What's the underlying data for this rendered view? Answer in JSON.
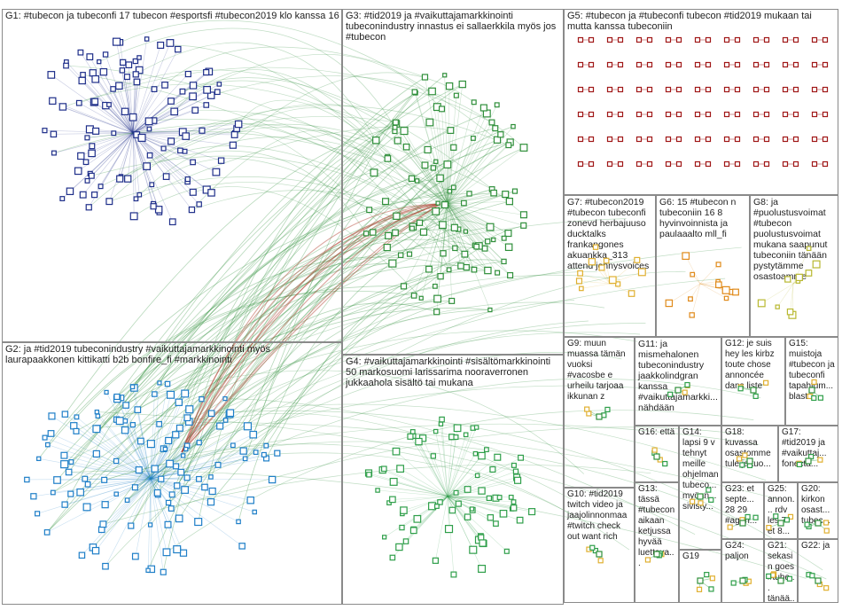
{
  "colors": {
    "G1": "#1f2f8a",
    "G2": "#1f7fc8",
    "G3": "#2f8f3a",
    "G4": "#2f9f4a",
    "G5": "#a01818",
    "G6": "#e08a1a",
    "G7": "#e0b030",
    "G8": "#b8b830",
    "edge": "#2f8f3a",
    "edgeRed": "#b03a2a"
  },
  "groups": [
    {
      "id": "G1",
      "label": "G1: #tubecon ja tubeconfi 17 tubecon #esportsfi #tubecon2019 klo kanssa 16"
    },
    {
      "id": "G2",
      "label": "G2: ja #tid2019 tubeconindustry #vaikuttajamarkkinointi myös laurapaakkonen kittikatti b2b bonfire_fi #markkinointi"
    },
    {
      "id": "G3",
      "label": "G3: #tid2019 ja #vaikuttajamarkkinointi tubeconindustry innastus ei sallaerkkila myös jos #tubecon"
    },
    {
      "id": "G4",
      "label": "G4: #vaikuttajamarkkinointi #sisältömarkkinointi 50 markosuomi larissarima nooraverronen jukkaahola sisältö tai mukana"
    },
    {
      "id": "G5",
      "label": "G5: #tubecon ja #tubeconfi tubecon #tid2019 mukaan tai mutta kanssa tubeconiin"
    },
    {
      "id": "G6",
      "label": "G6: 15 #tubecon n tubeconiin 16 8 hyvinvoinnista ja paulaaalto mll_fi"
    },
    {
      "id": "G7",
      "label": "G7: #tubecon2019 #tubecon tubeconfi zonevd herbajuuso ducktalks frankangones akuankka_313 attend jennysvoices"
    },
    {
      "id": "G8",
      "label": "G8: ja #puolustusvoimat #tubecon puolustusvoimat mukana saapunut tubeconiin tänään pystytämme osastoamme"
    },
    {
      "id": "G9",
      "label": "G9: muun muassa tämän vuoksi #vacosbe e urheilu tarjoaa ikkunan z"
    },
    {
      "id": "G10",
      "label": "G10: #tid2019 twitch video ja jaajolinnonmaa #twitch check out want rich"
    },
    {
      "id": "G11",
      "label": "G11: ja mismehalonen tubeconindustry jaakkolindgran kanssa #vaikuttajamarkki... nähdään"
    },
    {
      "id": "G12",
      "label": "G12: je suis hey les kirbz toute chose annoncée dans liste"
    },
    {
      "id": "G13",
      "label": "G13: tässä #tubecon aikaan ketjussa hyvää luettava..."
    },
    {
      "id": "G14",
      "label": "G14: lapsi 9 v tehnyt meille ohjelman tubeco... myönn... sivisty..."
    },
    {
      "id": "G15",
      "label": "G15: muistoja #tubecon ja tubeconfi tapahtum... blast"
    },
    {
      "id": "G16",
      "label": "G16: että"
    },
    {
      "id": "G17",
      "label": "G17: #tid2019 ja #vaikuttaj... fonecta..."
    },
    {
      "id": "G18",
      "label": "G18: kuvassa osastomme tule ja tuo..."
    },
    {
      "id": "G19",
      "label": "G19"
    },
    {
      "id": "G20",
      "label": "G20: kirkon osast... tubec..."
    },
    {
      "id": "G21",
      "label": "G21: sekasin goes #tube... tänää..."
    },
    {
      "id": "G22",
      "label": "G22: ja"
    },
    {
      "id": "G23",
      "label": "G23: et septe... 28 29 #agen..."
    },
    {
      "id": "G24",
      "label": "G24: paljon"
    },
    {
      "id": "G25",
      "label": "G25: annon... rdv les 7 et 8..."
    }
  ]
}
